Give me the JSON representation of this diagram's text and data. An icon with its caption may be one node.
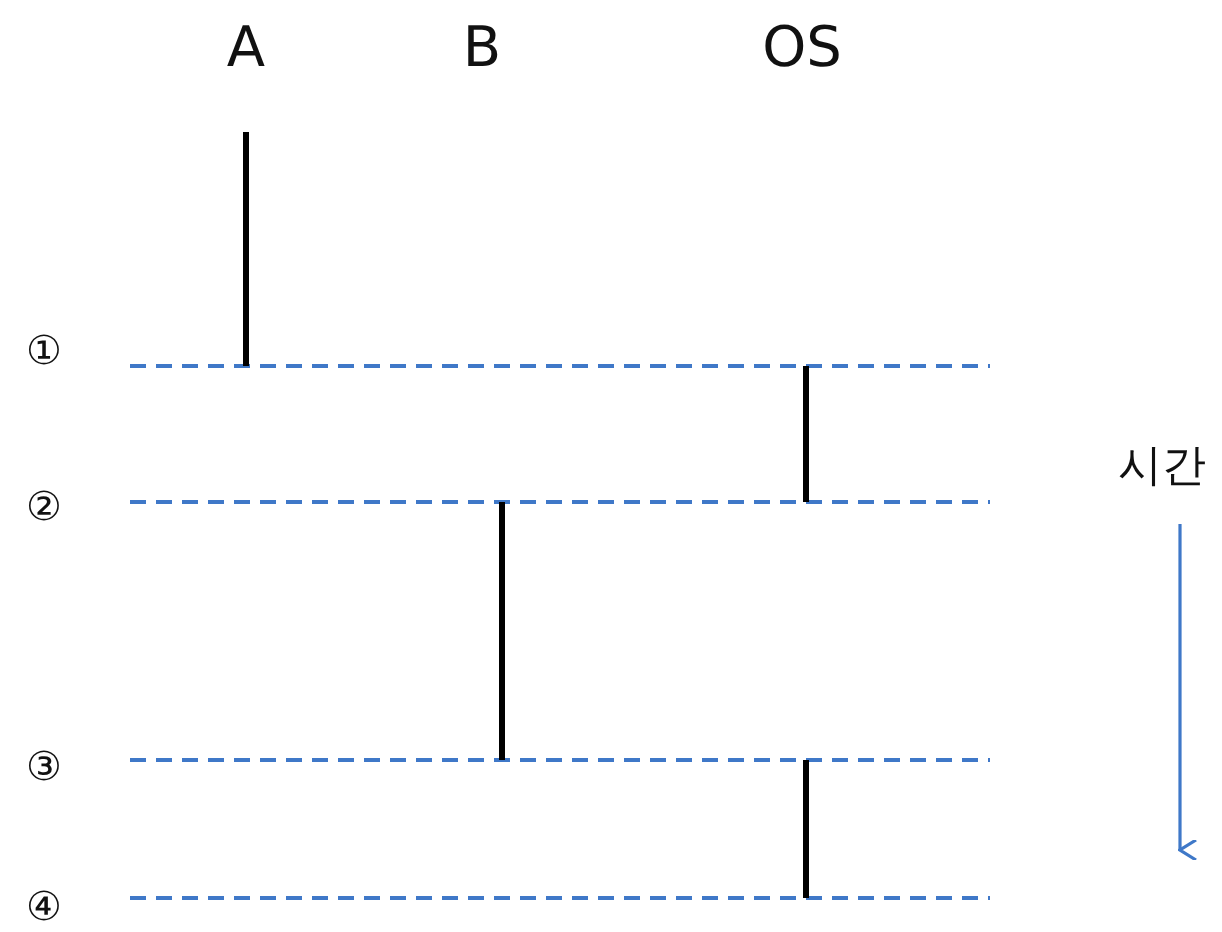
{
  "diagram": {
    "labels": [
      "A",
      "B",
      "OS",
      "①",
      "시간",
      "②",
      "③",
      "④"
    ]
  }
}
